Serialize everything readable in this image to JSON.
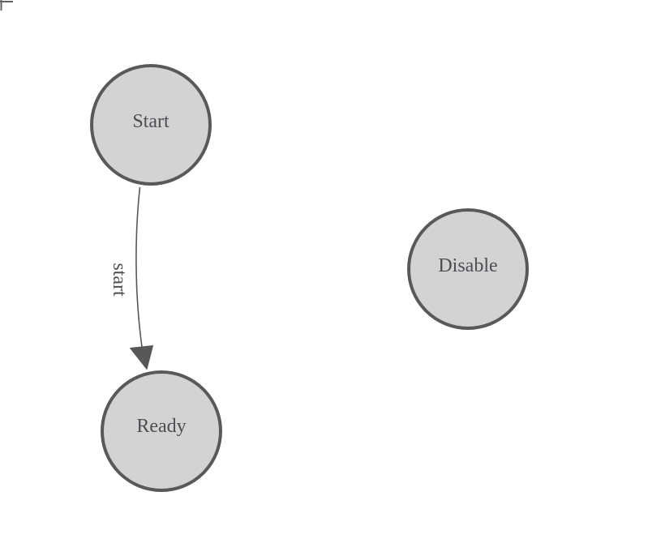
{
  "diagram": {
    "type": "finite-state-machine",
    "background": "#ffffff",
    "nodes": [
      {
        "id": "start",
        "label": "Start"
      },
      {
        "id": "ready",
        "label": "Ready"
      },
      {
        "id": "disable",
        "label": "Disable"
      }
    ],
    "edges": [
      {
        "from": "start",
        "to": "ready",
        "label": "start"
      }
    ],
    "colors": {
      "node_fill": "#d3d3d3",
      "node_stroke": "#595959",
      "edge_stroke": "#575757",
      "label_text": "#4b4e53",
      "origin_mark": "#616161"
    }
  }
}
